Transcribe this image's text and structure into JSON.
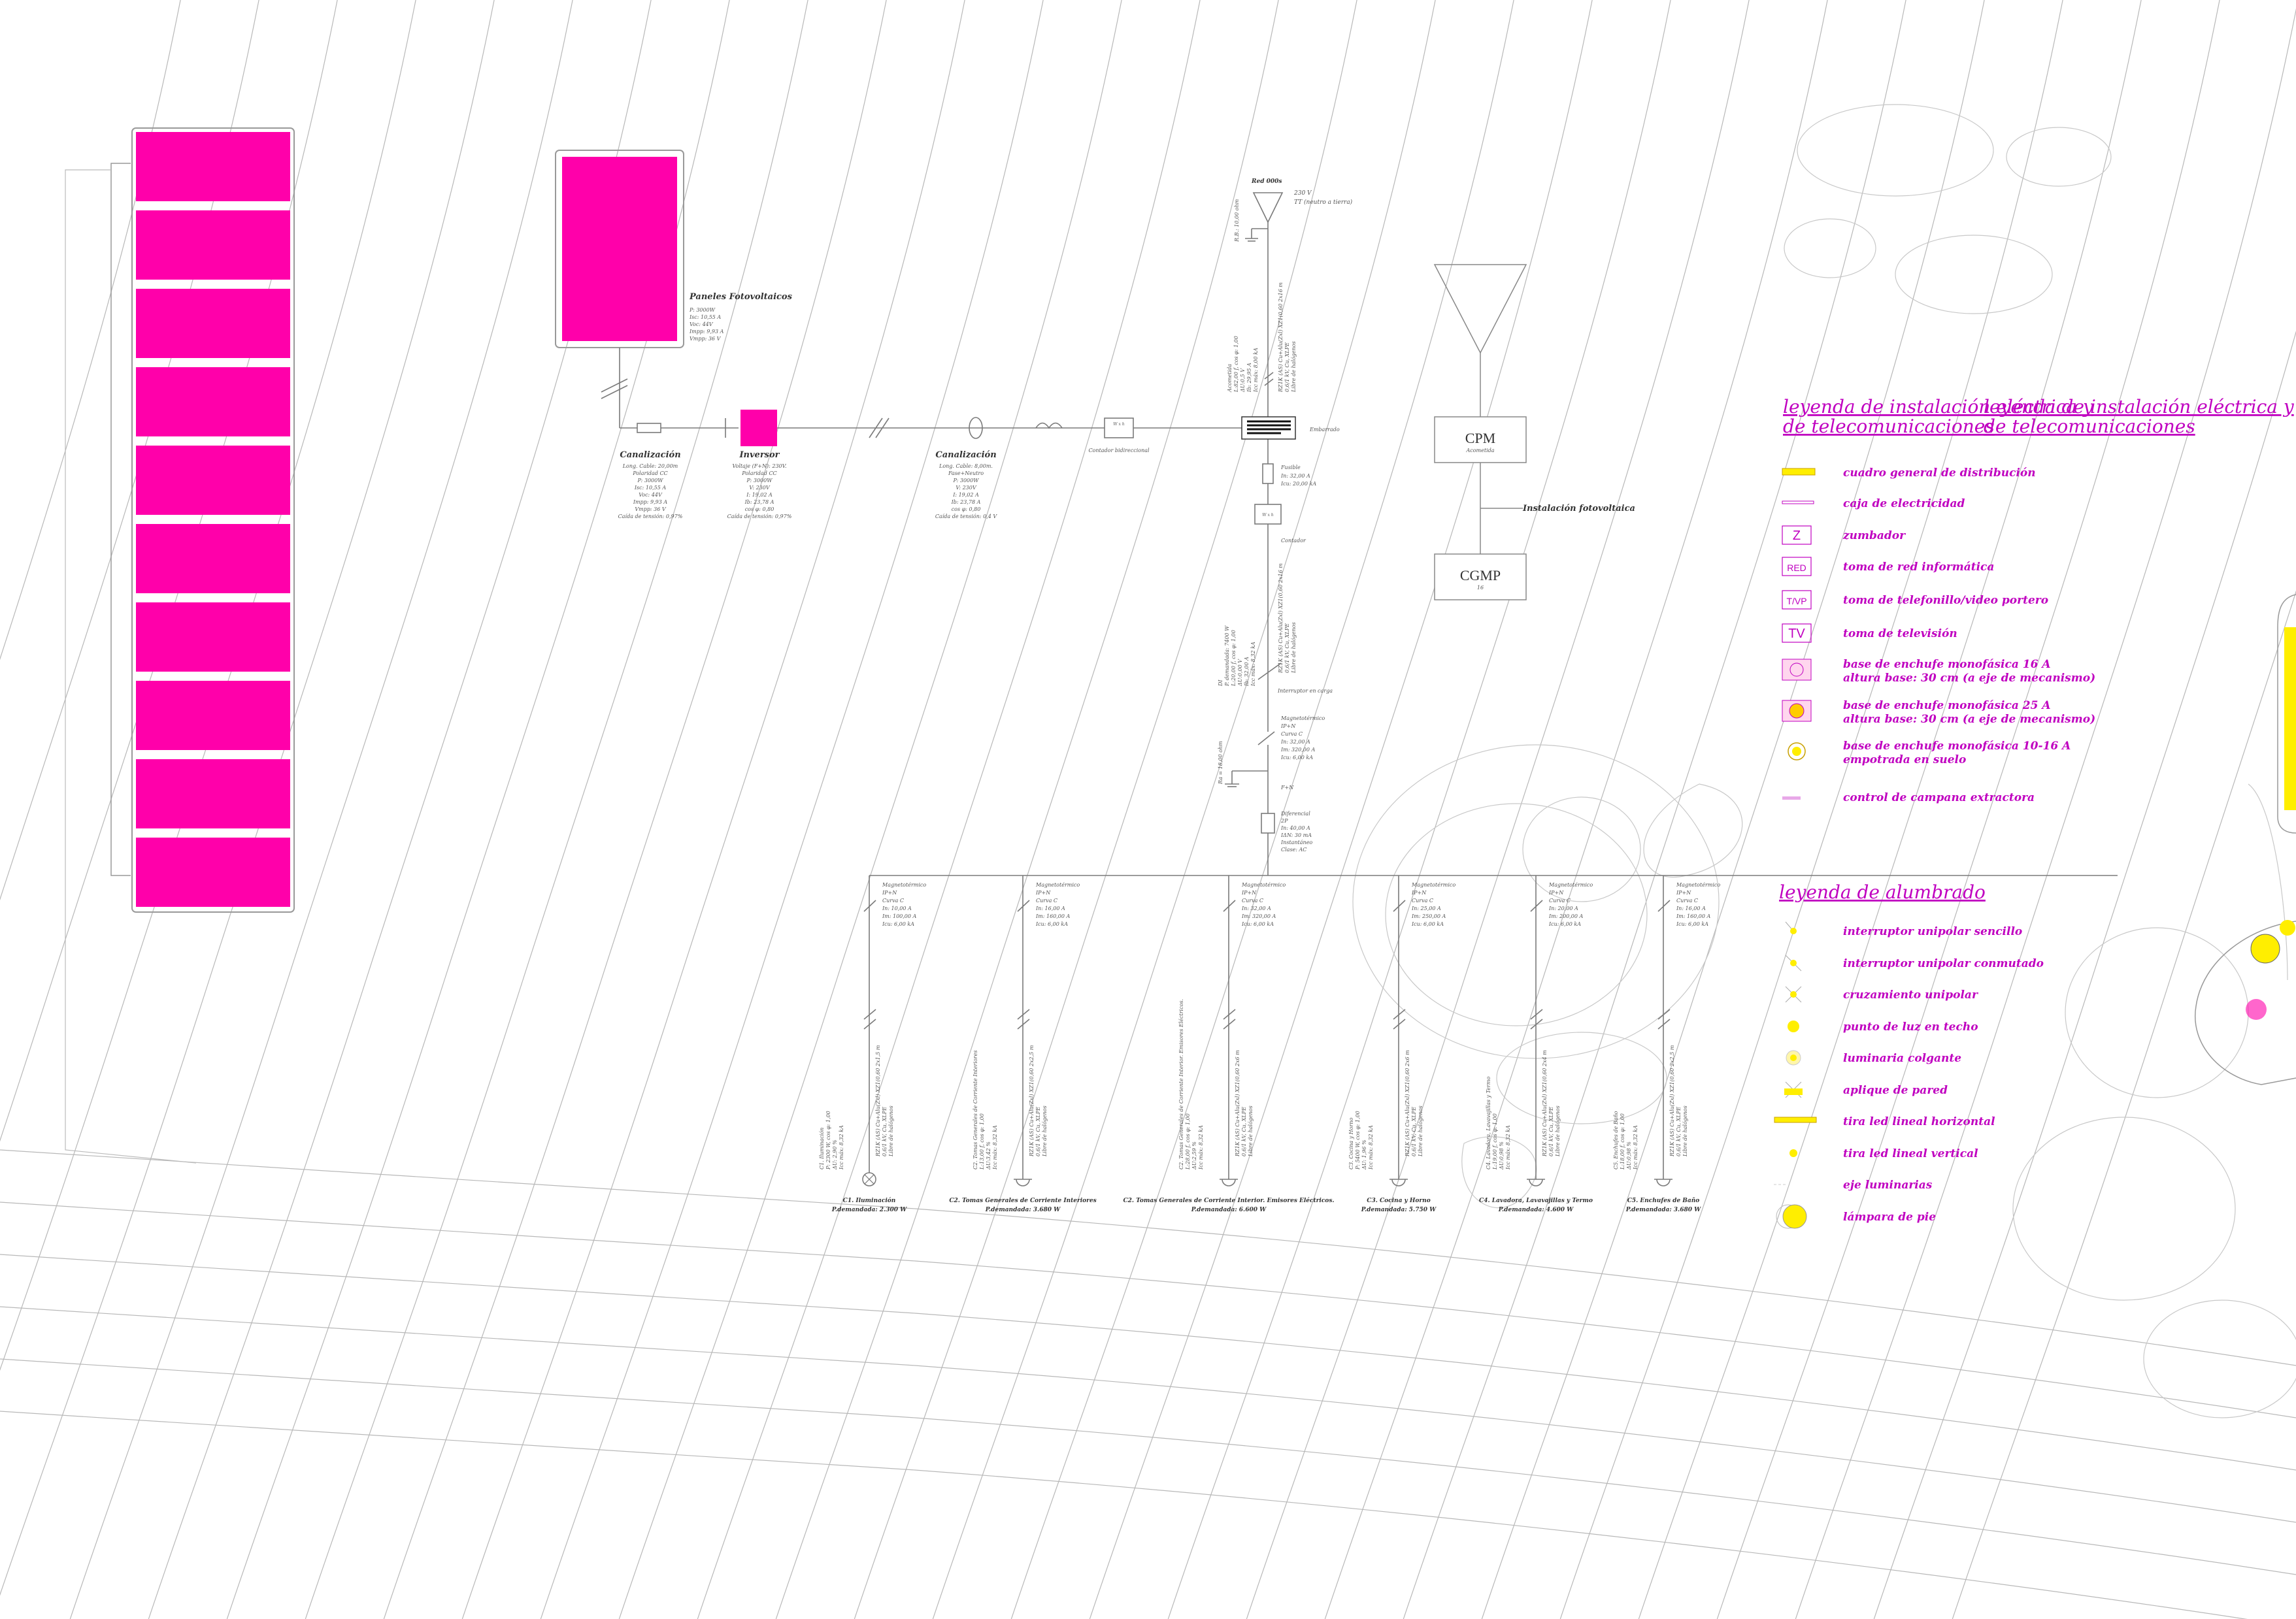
{
  "colors": {
    "panel": "#ff00aa",
    "legend": "#c000c0",
    "lamp": "#ffee00",
    "line": "#7a7a7a"
  },
  "network": {
    "title": "Red 000s",
    "voltage": "230 V",
    "earthing": "TT (neutro a tierra)",
    "rb": "R.B.: 10,00 ohm"
  },
  "pv_panels": {
    "title": "Paneles Fotovoltaicos",
    "lines": [
      "P: 3000W",
      "Isc: 10,55 A",
      "Voc: 44V",
      "Impp: 9,93 A",
      "Vmpp: 36 V"
    ]
  },
  "canal_cc": {
    "title": "Canalización",
    "lines": [
      "Long. Cable: 20,00m",
      "Polaridad CC",
      "P: 3000W",
      "Isc: 10,55 A",
      "Voc: 44V",
      "Impp: 9,93 A",
      "Vmpp: 36 V",
      "Caída de tensión: 0,97%"
    ]
  },
  "inverter": {
    "title": "Inversor",
    "lines": [
      "Voltaje (F+N): 230V.",
      "Polaridad CC",
      "P: 3000W",
      "V: 230V",
      "I: 19,02 A",
      "Ib: 23,78 A",
      "cos φ: 0,80",
      "Caída de tensión: 0,97%"
    ]
  },
  "canal_ca": {
    "title": "Canalización",
    "lines": [
      "Long. Cable: 8,00m.",
      "Fase+Neutro",
      "P: 3000W",
      "V: 230V",
      "I: 19,02 A",
      "Ib: 23,78 A",
      "cos φ: 0,80",
      "Caída de tensión: 0,4 V"
    ]
  },
  "meter_bi": {
    "box": "W x h",
    "label": "Contador bidireccional"
  },
  "acometida": [
    "Acometida",
    "L:82,00 f, cos φ: 1,00",
    "ΔU:0,5 V",
    "Ib: 29,95 A",
    "Icc máx: 8,00 kA"
  ],
  "acometida_cable": [
    "RZ1K (AS) Cu+Alu(Zxl) XZ1(0,60 2x16 m",
    "0,6/1 kV, Cu, XLPE",
    "Libre de halógenos"
  ],
  "embarrado": "Embarrado",
  "fusible": {
    "title": "Fusible",
    "lines": [
      "In: 32,00 A",
      "Icu: 20,00 kA"
    ]
  },
  "contador": {
    "box": "W x h",
    "label": "Contador"
  },
  "di": [
    "DI",
    "P. demandada: 7400 W",
    "L:20,00 f, cos φ: 1,00",
    "ΔU:0,00 V",
    "Ib: 32,00 A",
    "Icc máx: 8,32 kA"
  ],
  "di_cable": [
    "RZ1K (AS) Cu+Alu(Zxl) XZ1(0,60 2x16 m",
    "0,6/1 kV, Cu, XLPE",
    "Libre de halógenos"
  ],
  "interruptor_carga": "Interruptor en carga",
  "main_mcb": {
    "title": "Magnetotérmico",
    "lines": [
      "IP+N",
      "Curva C",
      "In: 32,00 A",
      "Im: 320,00 A",
      "Icu: 6,00 kA"
    ]
  },
  "earth": "Ra = 18,00 ohm",
  "rcd": {
    "title": "F+N",
    "lines": [
      "Diferencial",
      "2P",
      "In: 40,00 A",
      "IΔN: 30 mA",
      "Instantáneo",
      "Clase: AC"
    ]
  },
  "cpm": {
    "title": "CPM",
    "sub": "Acometida"
  },
  "cgmp": {
    "title": "CGMP",
    "sub": "16"
  },
  "fv_label": "Instalación fotovoltaica",
  "circuits": [
    {
      "mcb": [
        "Magnetotérmico",
        "IP+N",
        "Curva C",
        "In: 10,00 A",
        "Im: 100,00 A",
        "Icu: 6,00 kA"
      ],
      "cable": [
        "RZ1K (AS) Cu+Alu(Zxl) XZ1(0,60 2x1,5 m",
        "0,6/1 kV, Cu, XLPE",
        "Libre de halógenos"
      ],
      "data": [
        "C1. Iluminación",
        "P: 2300 W, cos φ: 1,00",
        "ΔU: 2,90 %",
        "Icc máx: 8,32 kA"
      ],
      "name": "C1. Iluminación",
      "power": "P.demandada: 2.300 W"
    },
    {
      "mcb": [
        "Magnetotérmico",
        "IP+N",
        "Curva C",
        "In: 16,00 A",
        "Im: 160,00 A",
        "Icu: 6,00 kA"
      ],
      "cable": [
        "RZ1K (AS) Cu+Alu(Zxl) XZ1(0,60 2x2,5 m",
        "0,6/1 kV, Cu, XLPE",
        "Libre de halógenos"
      ],
      "data": [
        "C2. Tomas Generales de Corriente Interiores",
        "L:13,00 f, cos φ: 1,00",
        "ΔU:3,42 %",
        "Icc máx: 8,32 kA"
      ],
      "name": "C2. Tomas Generales de Corriente Interiores",
      "power": "P.demandada: 3.680 W"
    },
    {
      "mcb": [
        "Magnetotérmico",
        "IP+N",
        "Curva C",
        "In: 32,00 A",
        "Im: 320,00 A",
        "Icu: 6,00 kA"
      ],
      "cable": [
        "RZ1K (AS) Cu+Alu(Zxl) XZ1(0,60 2x6 m",
        "0,6/1 kV, Cu, XLPE",
        "Libre de halógenos"
      ],
      "data": [
        "C2. Tomas Generales de Corriente Interior. Emisores Eléctricos.",
        "L:28,00 f, cos φ: 1,00",
        "ΔU:2,59 %",
        "Icc máx: 8,32 kA"
      ],
      "name": "C2. Tomas Generales de Corriente Interior. Emisores Eléctricos.",
      "power": "P.demandada: 6.600 W"
    },
    {
      "mcb": [
        "Magnetotérmico",
        "IP+N",
        "Curva C",
        "In: 25,00 A",
        "Im: 250,00 A",
        "Icu: 6,00 kA"
      ],
      "cable": [
        "RZ1K (AS) Cu+Alu(Zxl) XZ1(0,60 2x6 m",
        "0,6/1 kV, Cu, XLPE",
        "Libre de halógenos"
      ],
      "data": [
        "C3. Cocina y Horno",
        "P: 5400 W, cos φ: 1,00",
        "ΔU: 1,96 %",
        "Icc máx: 8,32 kA"
      ],
      "name": "C3. Cocina y Horno",
      "power": "P.demandada: 5.750 W"
    },
    {
      "mcb": [
        "Magnetotérmico",
        "IP+N",
        "Curva C",
        "In: 20,00 A",
        "Im: 200,00 A",
        "Icu: 6,00 kA"
      ],
      "cable": [
        "RZ1K (AS) Cu+Alu(Zxl) XZ1(0,60 2x4 m",
        "0,6/1 kV, Cu, XLPE",
        "Libre de halógenos"
      ],
      "data": [
        "C4. Lavadora, Lavavajillas y Termo",
        "L:19,00 f, cos φ: 1,00",
        "ΔU:0,98 %",
        "Icc máx: 8,32 kA"
      ],
      "name": "C4. Lavadora, Lavavajillas y Termo",
      "power": "P.demandada: 4.600 W"
    },
    {
      "mcb": [
        "Magnetotérmico",
        "IP+N",
        "Curva C",
        "In: 16,00 A",
        "Im: 160,00 A",
        "Icu: 6,00 kA"
      ],
      "cable": [
        "RZ1K (AS) Cu+Alu(Zxl) XZ1(0,60 2x2,5 m",
        "0,6/1 kV, Cu, XLPE",
        "Libre de halógenos"
      ],
      "data": [
        "C5. Enchufes de Baño",
        "L:18,00 f, cos φ: 1,00",
        "ΔU:0,98 %",
        "Icc máx: 8,32 kA"
      ],
      "name": "C5. Enchufes de Baño",
      "power": "P.demandada: 3.680 W"
    }
  ],
  "legend_elec": {
    "title_a": "leyenda de  instalación eléctrica y",
    "title_b": "de telecomunicaciones",
    "items": [
      {
        "icon": "distribution-board-icon",
        "glyph": "",
        "label": "cuadro general de distribución"
      },
      {
        "icon": "junction-box-icon",
        "glyph": "",
        "label": "caja de electricidad"
      },
      {
        "icon": "buzzer-icon",
        "glyph": "Z",
        "label": "zumbador"
      },
      {
        "icon": "network-socket-icon",
        "glyph": "RED",
        "label": "toma de red informática"
      },
      {
        "icon": "phone-socket-icon",
        "glyph": "T/VP",
        "label": "toma de telefonillo/video portero"
      },
      {
        "icon": "tv-socket-icon",
        "glyph": "TV",
        "label": "toma de televisión"
      },
      {
        "icon": "socket-16a-icon",
        "glyph": "",
        "label": "base de enchufe monofásica 16 A",
        "label2": "altura base: 30 cm (a eje de mecanismo)"
      },
      {
        "icon": "socket-25a-icon",
        "glyph": "",
        "label": "base de enchufe monofásica 25 A",
        "label2": "altura base: 30 cm (a eje de mecanismo)"
      },
      {
        "icon": "floor-socket-icon",
        "glyph": "",
        "label": "base de enchufe monofásica 10-16 A",
        "label2": "empotrada en suelo"
      },
      {
        "icon": "hood-control-icon",
        "glyph": "",
        "label": "control de campana extractora"
      }
    ]
  },
  "legend_light": {
    "title": "leyenda de alumbrado",
    "items": [
      {
        "icon": "single-switch-icon",
        "label": "interruptor unipolar sencillo"
      },
      {
        "icon": "two-way-switch-icon",
        "label": "interruptor unipolar conmutado"
      },
      {
        "icon": "cross-switch-icon",
        "label": "cruzamiento unipolar"
      },
      {
        "icon": "ceiling-light-icon",
        "label": "punto de luz en techo"
      },
      {
        "icon": "pendant-light-icon",
        "label": "luminaria colgante"
      },
      {
        "icon": "wall-light-icon",
        "label": "aplique de pared"
      },
      {
        "icon": "led-strip-h-icon",
        "label": "tira led lineal horizontal"
      },
      {
        "icon": "led-strip-v-icon",
        "label": "tira led lineal vertical"
      },
      {
        "icon": "luminaire-axis-icon",
        "label": "eje luminarias"
      },
      {
        "icon": "floor-lamp-icon",
        "label": "lámpara de pie"
      }
    ]
  }
}
